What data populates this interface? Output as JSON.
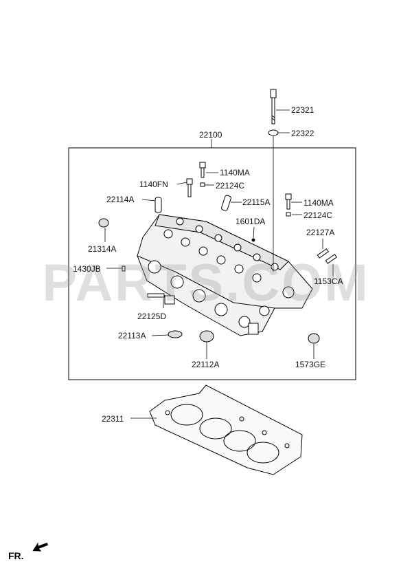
{
  "watermark": "PARTS.COM",
  "direction_label": "FR.",
  "labels": {
    "p22321": "22321",
    "p22322": "22322",
    "p22100": "22100",
    "p1140MA_a": "1140MA",
    "p1140FN": "1140FN",
    "p22124C_a": "22124C",
    "p22114A": "22114A",
    "p22115A": "22115A",
    "p1140MA_b": "1140MA",
    "p1601DA": "1601DA",
    "p22124C_b": "22124C",
    "p21314A": "21314A",
    "p22127A": "22127A",
    "p1430JB": "1430JB",
    "p1153CA": "1153CA",
    "p22125D": "22125D",
    "p22113A": "22113A",
    "p22112A": "22112A",
    "p1573GE": "1573GE",
    "p22311": "22311"
  }
}
